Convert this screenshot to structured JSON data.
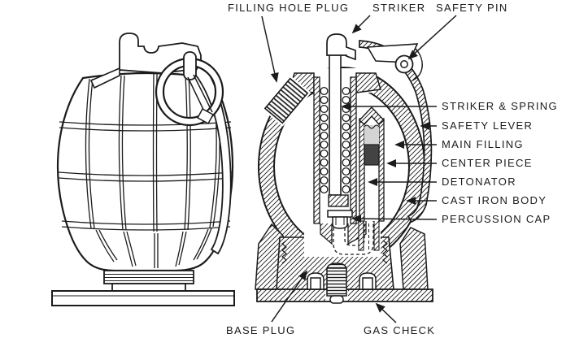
{
  "colors": {
    "background": "#ffffff",
    "ink": "#1b1b1b"
  },
  "labels": {
    "filling_hole_plug": "FILLING HOLE PLUG",
    "striker": "STRIKER",
    "safety_pin": "SAFETY PIN",
    "striker_and_spring": "STRIKER & SPRING",
    "safety_lever": "SAFETY LEVER",
    "main_filling": "MAIN FILLING",
    "center_piece": "CENTER PIECE",
    "detonator": "DETONATOR",
    "cast_iron_body": "CAST IRON BODY",
    "percussion_cap": "PERCUSSION CAP",
    "base_plug": "BASE PLUG",
    "gas_check": "GAS CHECK"
  }
}
